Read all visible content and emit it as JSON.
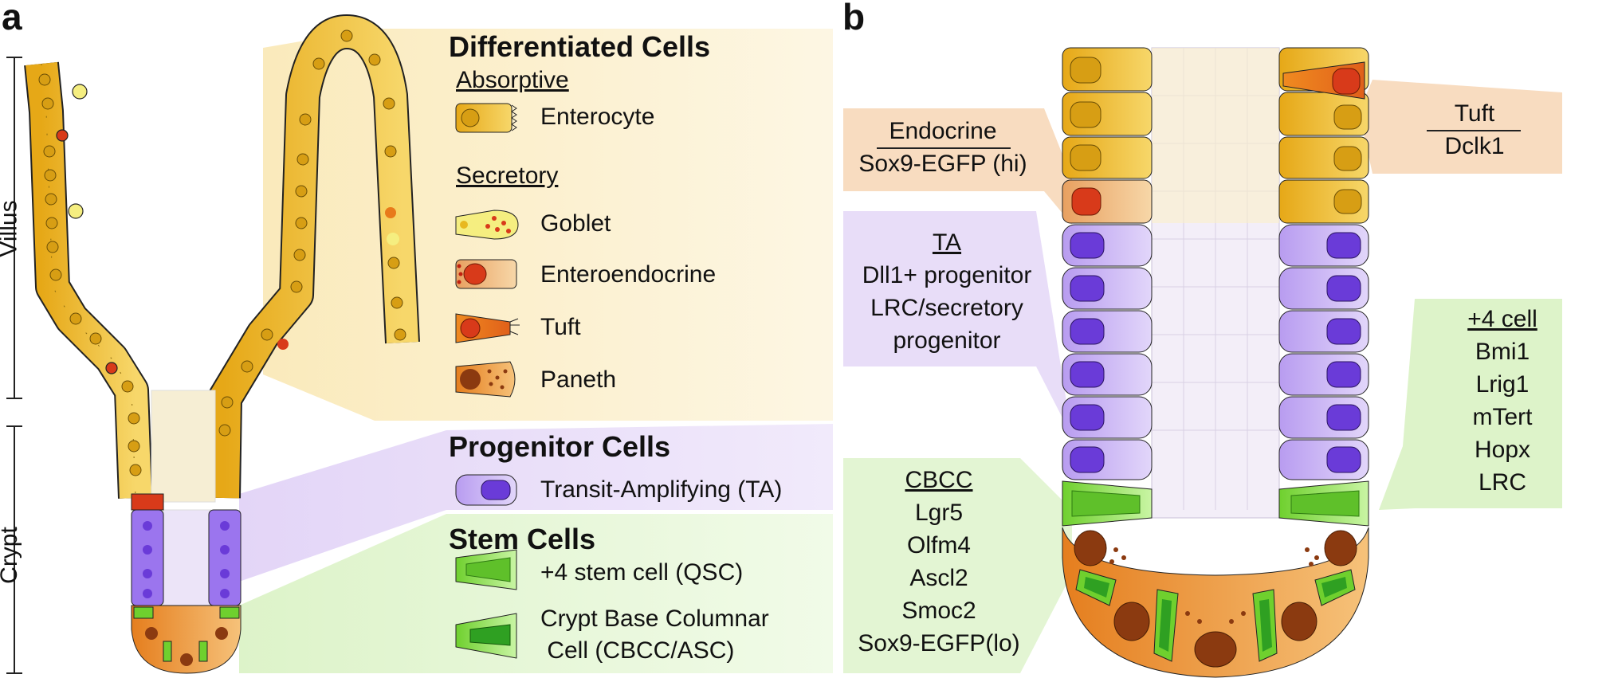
{
  "panels": {
    "a": "a",
    "b": "b"
  },
  "axis": {
    "villus": "Villus",
    "crypt": "Crypt"
  },
  "legend": {
    "differentiated": "Differentiated Cells",
    "absorptive": "Absorptive",
    "enterocyte": "Enterocyte",
    "secretory": "Secretory",
    "goblet": "Goblet",
    "enteroendocrine": "Enteroendocrine",
    "tuft": "Tuft",
    "paneth": "Paneth",
    "progenitor": "Progenitor Cells",
    "ta": "Transit-Amplifying (TA)",
    "stem": "Stem Cells",
    "qsc": "+4 stem cell (QSC)",
    "cbcc_line1": "Crypt Base Columnar",
    "cbcc_line2": " Cell (CBCC/ASC)"
  },
  "callouts": {
    "endocrine": {
      "title": "Endocrine",
      "lines": [
        "Sox9-EGFP (hi)"
      ]
    },
    "tuft": {
      "title": "Tuft",
      "lines": [
        "Dclk1"
      ]
    },
    "ta": {
      "title": "TA",
      "lines": [
        "Dll1+ progenitor",
        "LRC/secretory",
        "progenitor"
      ]
    },
    "plus4": {
      "title": "+4 cell",
      "lines": [
        "Bmi1",
        "Lrig1",
        "mTert",
        "Hopx",
        "LRC"
      ]
    },
    "cbcc": {
      "title": "CBCC",
      "lines": [
        "Lgr5",
        "Olfm4",
        "Ascl2",
        "Smoc2",
        "Sox9-EGFP(lo)"
      ]
    }
  },
  "colors": {
    "enterocyte": "#E8B820",
    "goblet": "#F5EE80",
    "endocrine": "#D83A1A",
    "tuft": "#E87A1A",
    "paneth": "#E07A20",
    "ta": "#8A5CE8",
    "stem": "#7ED63A",
    "stem_dark": "#2FA022",
    "bg_diff": "#FBEFC8",
    "bg_prog": "#E8DDF8",
    "bg_stem": "#E6F7D6",
    "bg_endo": "#F8DCC0"
  }
}
